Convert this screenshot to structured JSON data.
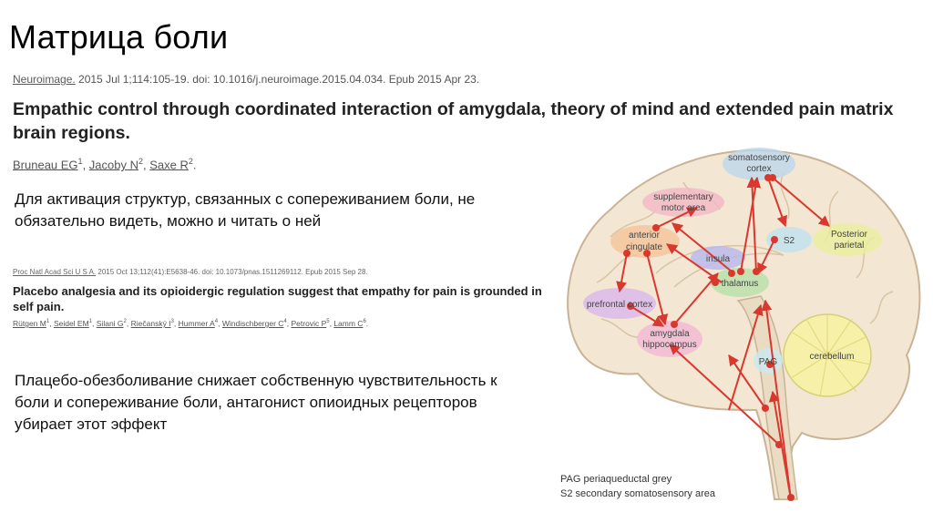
{
  "slide": {
    "title": "Матрица боли"
  },
  "paper1": {
    "journal": "Neuroimage.",
    "citation": " 2015 Jul 1;114:105-19. doi: 10.1016/j.neuroimage.2015.04.034. Epub 2015 Apr 23.",
    "title": "Empathic control through coordinated interaction of amygdala, theory of mind and extended pain matrix brain regions.",
    "authors": [
      {
        "name": "Bruneau EG",
        "sup": "1"
      },
      {
        "name": "Jacoby N",
        "sup": "2"
      },
      {
        "name": "Saxe R",
        "sup": "2"
      }
    ]
  },
  "note1": "Для активация структур, связанных с сопереживанием боли, не обязательно видеть, можно и читать о ней",
  "paper2": {
    "journal": "Proc Natl Acad Sci U S A.",
    "citation": " 2015 Oct 13;112(41):E5638-46. doi: 10.1073/pnas.1511269112. Epub 2015 Sep 28.",
    "title": "Placebo analgesia and its opioidergic regulation suggest that empathy for pain is grounded in self pain.",
    "authors": [
      {
        "name": "Rütgen M",
        "sup": "1"
      },
      {
        "name": "Seidel EM",
        "sup": "1"
      },
      {
        "name": "Silani G",
        "sup": "2"
      },
      {
        "name": "Riečanský I",
        "sup": "3"
      },
      {
        "name": "Hummer A",
        "sup": "4"
      },
      {
        "name": "Windischberger C",
        "sup": "4"
      },
      {
        "name": "Petrovic P",
        "sup": "5"
      },
      {
        "name": "Lamm C",
        "sup": "6"
      }
    ]
  },
  "note2": "Плацебо-обезболивание снижает собственную чувствительность к боли и сопереживание боли, антагонист опиоидных рецепторов убирает этот эффект",
  "figure": {
    "regions": {
      "somatosensory_1": "somatosensory",
      "somatosensory_2": "cortex",
      "suppl_1": "supplementary",
      "suppl_2": "motor area",
      "acc_1": "anterior",
      "acc_2": "cingulate",
      "insula": "insula",
      "thalamus": "thalamus",
      "s2": "S2",
      "parietal_1": "Posterior",
      "parietal_2": "parietal",
      "pfc": "prefrontal cortex",
      "amyg_1": "amygdala",
      "amyg_2": "hippocampus",
      "pag": "PAG",
      "cerebellum": "cerebellum"
    },
    "legend_pag": "PAG periaqueductal grey",
    "legend_s2": "S2 secondary somatosensory area",
    "colors": {
      "arrow": "#d9382e",
      "brain": "#f1e4cf",
      "outline": "#c9b397"
    }
  }
}
